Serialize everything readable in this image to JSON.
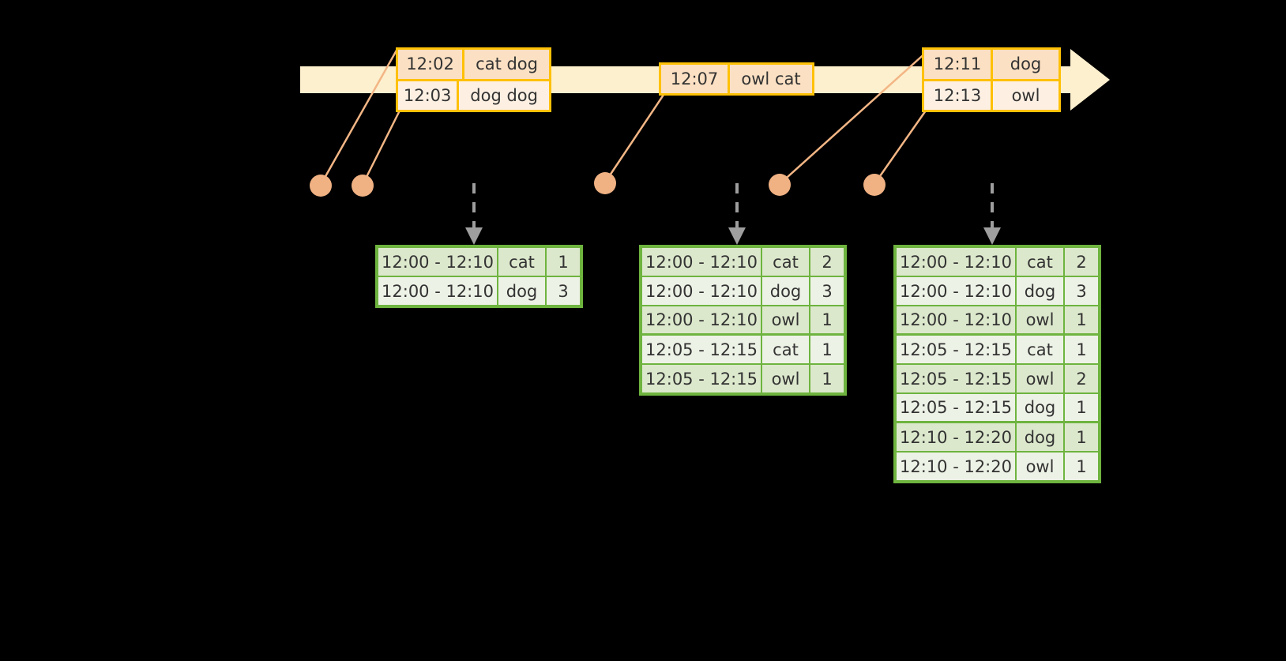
{
  "diagram": {
    "title": "sliding-window-word-count",
    "colors": {
      "timeline_fill": "#FDF0CE",
      "timeline_stroke": "#FFC107",
      "event_border": "#FFC107",
      "event_shade": "#FBE0C3",
      "event_light": "#FDF0E3",
      "table_border": "#6EB43F",
      "table_shade": "#DCE8CC",
      "table_light": "#EDF2E6",
      "connector": "#F3B685",
      "dot": "#F0B183",
      "arrow_grey": "#9E9E9E",
      "background": "#000000"
    }
  },
  "timeline": {
    "name": "event-stream-timeline",
    "arrow_direction": "right",
    "events": [
      {
        "name": "event-group-1",
        "rows": [
          {
            "time": "12:02",
            "words": "cat dog"
          },
          {
            "time": "12:03",
            "words": "dog dog"
          }
        ]
      },
      {
        "name": "event-group-2",
        "rows": [
          {
            "time": "12:07",
            "words": "owl cat"
          }
        ]
      },
      {
        "name": "event-group-3",
        "rows": [
          {
            "time": "12:11",
            "words": "dog"
          },
          {
            "time": "12:13",
            "words": "owl"
          }
        ]
      }
    ]
  },
  "tables": [
    {
      "name": "result-table-1",
      "rows": [
        {
          "window": "12:00 - 12:10",
          "key": "cat",
          "count": "1"
        },
        {
          "window": "12:00 - 12:10",
          "key": "dog",
          "count": "3"
        }
      ]
    },
    {
      "name": "result-table-2",
      "rows": [
        {
          "window": "12:00 - 12:10",
          "key": "cat",
          "count": "2"
        },
        {
          "window": "12:00 - 12:10",
          "key": "dog",
          "count": "3"
        },
        {
          "window": "12:00 - 12:10",
          "key": "owl",
          "count": "1"
        },
        {
          "window": "12:05 - 12:15",
          "key": "cat",
          "count": "1"
        },
        {
          "window": "12:05 - 12:15",
          "key": "owl",
          "count": "1"
        }
      ]
    },
    {
      "name": "result-table-3",
      "rows": [
        {
          "window": "12:00 - 12:10",
          "key": "cat",
          "count": "2"
        },
        {
          "window": "12:00 - 12:10",
          "key": "dog",
          "count": "3"
        },
        {
          "window": "12:00 - 12:10",
          "key": "owl",
          "count": "1"
        },
        {
          "window": "12:05 - 12:15",
          "key": "cat",
          "count": "1"
        },
        {
          "window": "12:05 - 12:15",
          "key": "owl",
          "count": "2"
        },
        {
          "window": "12:05 - 12:15",
          "key": "dog",
          "count": "1"
        },
        {
          "window": "12:10 - 12:20",
          "key": "dog",
          "count": "1"
        },
        {
          "window": "12:10 - 12:20",
          "key": "owl",
          "count": "1"
        }
      ]
    }
  ]
}
